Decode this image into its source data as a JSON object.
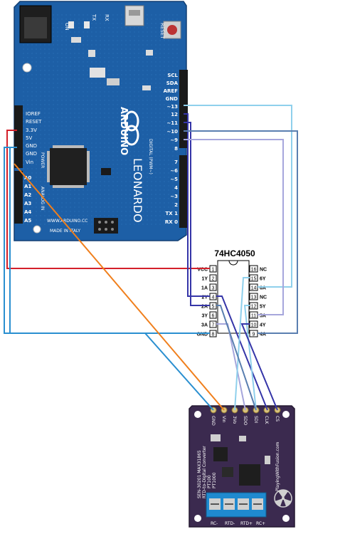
{
  "arduino": {
    "brand": "ARDUINO",
    "model": "LEONARDO",
    "url": "WWW.ARDUINO.CC",
    "made_in": "MADE IN ITALY",
    "power_header_title": "POWER",
    "analog_header_title": "ANALOG IN",
    "digital_header_title": "DIGITAL (PWM~)",
    "top_labels": [
      "ON",
      "TX",
      "RX",
      "RESET"
    ],
    "digital_labels": [
      "SCL",
      "SDA",
      "AREF",
      "GND",
      "~13",
      "12",
      "~11",
      "~10",
      "~9",
      "8",
      "7",
      "~6",
      "~5",
      "4",
      "~3",
      "2",
      "TX 1",
      "RX 0"
    ],
    "power_labels": [
      "IOREF",
      "RESET",
      "3.3V",
      "5V",
      "GND",
      "GND",
      "Vin"
    ],
    "analog_labels": [
      "A0",
      "A1",
      "A2",
      "A3",
      "A4",
      "A5"
    ]
  },
  "ic": {
    "name": "74HC4050",
    "left_pins": [
      {
        "num": "1",
        "label": "VCC"
      },
      {
        "num": "2",
        "label": "1Y"
      },
      {
        "num": "3",
        "label": "1A"
      },
      {
        "num": "4",
        "label": "2Y"
      },
      {
        "num": "5",
        "label": "2A"
      },
      {
        "num": "6",
        "label": "3Y"
      },
      {
        "num": "7",
        "label": "3A"
      },
      {
        "num": "8",
        "label": "GND"
      }
    ],
    "right_pins": [
      {
        "num": "16",
        "label": "NC"
      },
      {
        "num": "15",
        "label": "6Y"
      },
      {
        "num": "14",
        "label": "6A"
      },
      {
        "num": "13",
        "label": "NC"
      },
      {
        "num": "12",
        "label": "5Y"
      },
      {
        "num": "11",
        "label": "5A"
      },
      {
        "num": "10",
        "label": "4Y"
      },
      {
        "num": "9",
        "label": "4A"
      }
    ]
  },
  "sensor_board": {
    "pin_labels": [
      "GND",
      "Vin",
      "3Vo",
      "SDO",
      "SDI",
      "CLK",
      "CS"
    ],
    "text_lines": [
      "SEN-30201 MAX31865",
      "RTD-to-Digital Converter",
      "PT100",
      "PT1000"
    ],
    "brand": "PlayingWithFusion.com",
    "terminal_labels": [
      "RC-",
      "RTD-",
      "RTD+",
      "RC+"
    ]
  },
  "colors": {
    "board_blue": "#1d5fa6",
    "board_purple": "#3b2a4f",
    "wire_red": "#d4202a",
    "wire_blue": "#2a8fd0",
    "wire_orange": "#f07f1c",
    "wire_navy": "#3535a8",
    "wire_lightblue": "#8fd0ec",
    "wire_lavender": "#a6a6dc",
    "wire_steel": "#5a7fb0"
  }
}
